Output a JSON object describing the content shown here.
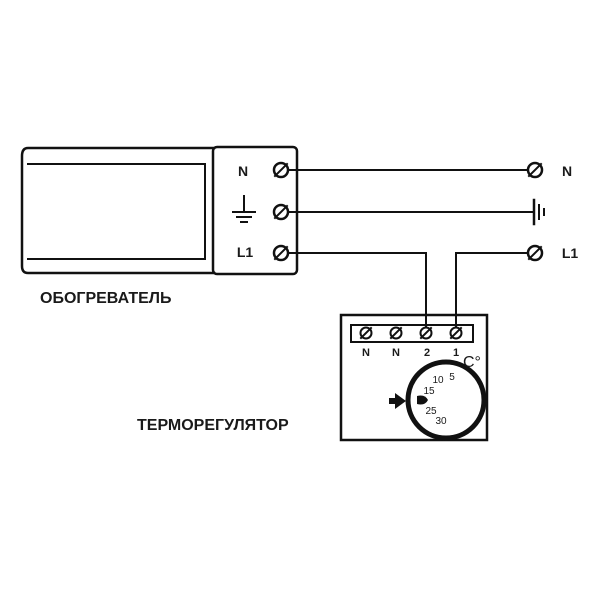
{
  "heater": {
    "label": "ОБОГРЕВАТЕЛЬ",
    "terminals": [
      "N",
      "L1"
    ]
  },
  "supply": {
    "terminals": [
      "N",
      "L1"
    ]
  },
  "thermostat": {
    "label": "ТЕРМОРЕГУЛЯТОР",
    "terminals": [
      "N",
      "N",
      "2",
      "1"
    ],
    "unit": "C°",
    "scale": [
      "5",
      "10",
      "15",
      "25",
      "30"
    ]
  },
  "colors": {
    "line": "#111111",
    "text": "#1a1a1a",
    "background": "#ffffff"
  }
}
